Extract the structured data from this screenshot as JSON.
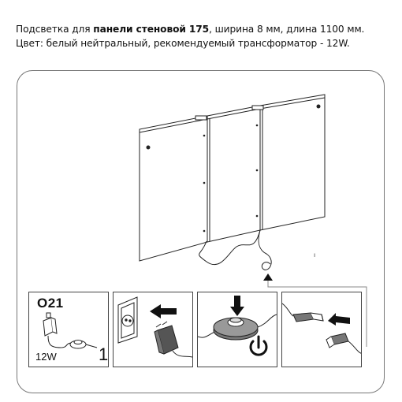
{
  "description": {
    "line1_prefix": "Подсветка для ",
    "line1_bold": "панели стеновой 175",
    "line1_suffix": ", ширина 8 мм, длина 1100 мм.",
    "line2": "Цвет: белый нейтральный, рекомендуемый трансформатор - 12W."
  },
  "kit": {
    "code": "O21",
    "transformer_label": "12W",
    "step_number": "1"
  },
  "icons": [
    "wall-panel-illustration",
    "power-outlet-icon",
    "power-plug-icon",
    "insert-arrow-icon",
    "push-arrow-icon",
    "foot-switch-icon",
    "power-symbol-icon",
    "connector-icon"
  ],
  "colors": {
    "line": "#222222",
    "frame": "#777777",
    "arrow": "#111111"
  }
}
